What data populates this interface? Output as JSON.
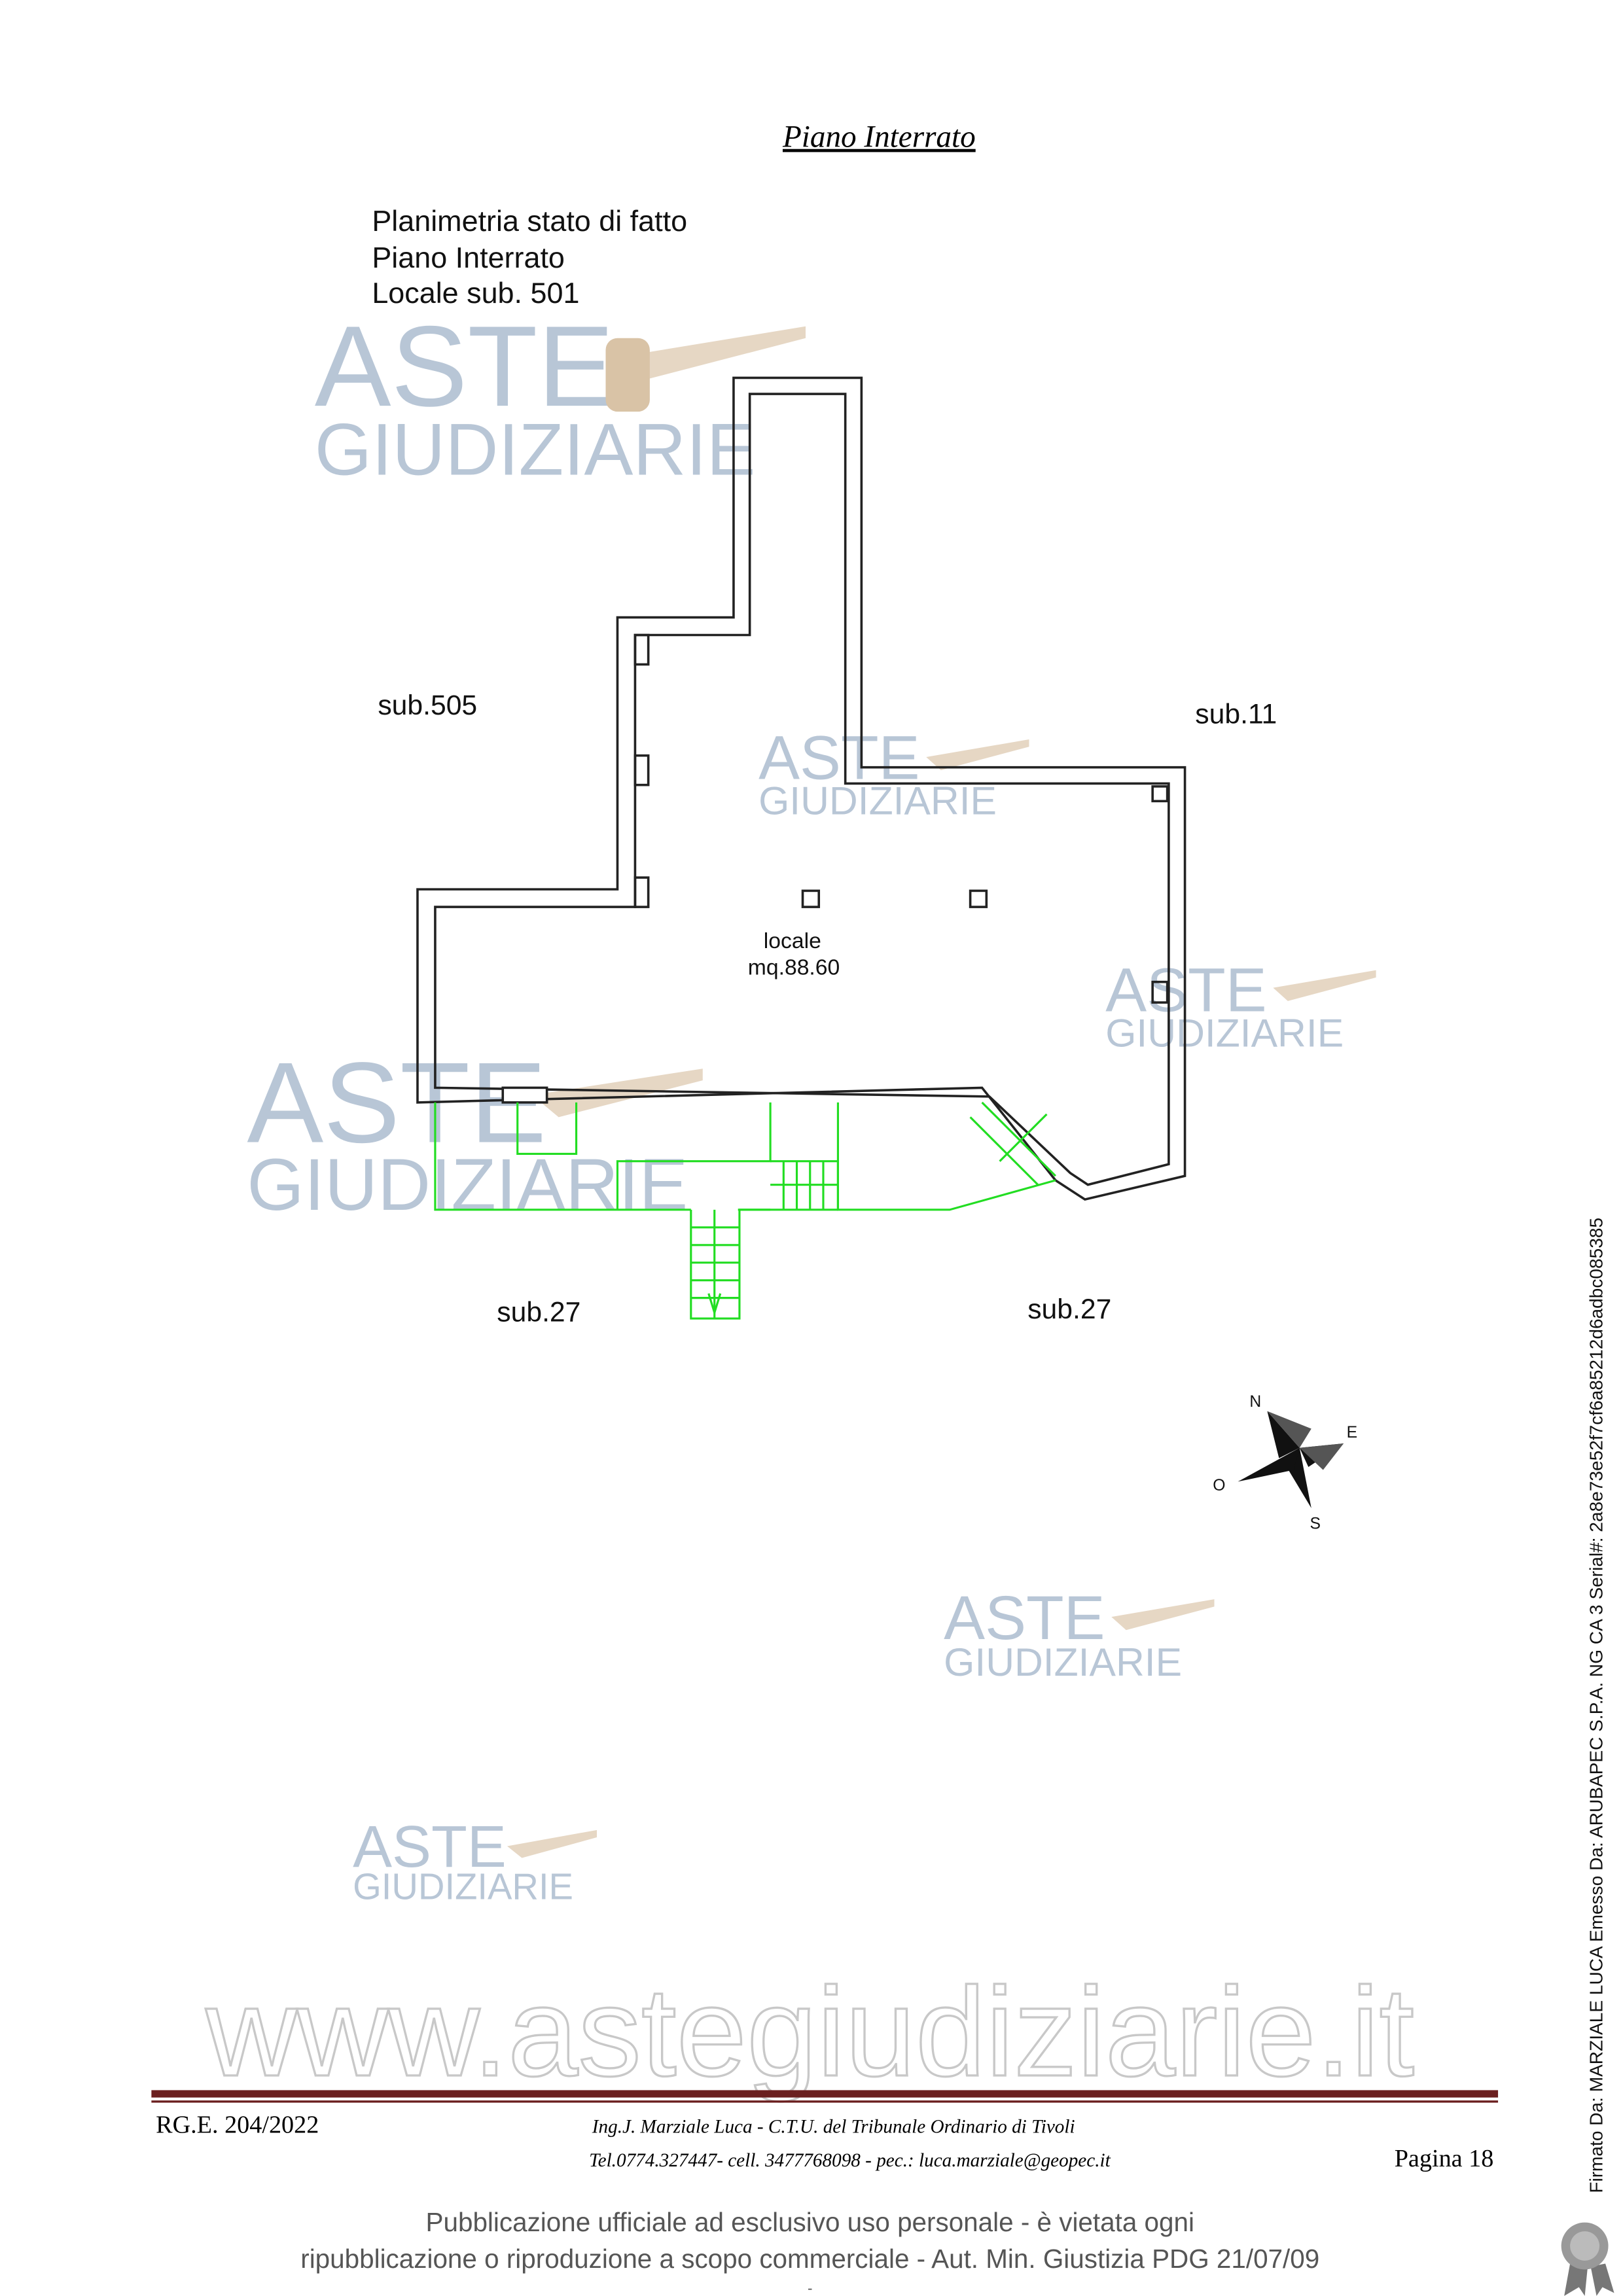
{
  "page_title": "Piano Interrato",
  "plan": {
    "heading_lines": [
      "Planimetria stato di fatto",
      "Piano Interrato",
      "Locale sub. 501"
    ],
    "room_name": "locale",
    "room_area": "mq.88.60",
    "neighbors": {
      "left": "sub.505",
      "right": "sub.11",
      "bottom_left": "sub.27",
      "bottom_right": "sub.27"
    },
    "compass": {
      "n": "N",
      "e": "E",
      "w": "O",
      "s": "S"
    }
  },
  "watermark": {
    "line1": "ASTE",
    "line2": "GIUDIZIARIE",
    "url": "www.astegiudiziarie.it"
  },
  "footer": {
    "case_number": "RG.E. 204/2022",
    "author_line": "Ing.J. Marziale Luca - C.T.U. del Tribunale Ordinario di Tivoli",
    "contact_line": "Tel.0774.327447- cell. 3477768098 - pec.: luca.marziale@geopec.it",
    "page_label": "Pagina 18",
    "disclaimer_line1": "Pubblicazione ufficiale ad esclusivo uso personale - è vietata ogni",
    "disclaimer_line2": "ripubblicazione o riproduzione a scopo commerciale - Aut. Min. Giustizia PDG 21/07/09",
    "dash": "-"
  },
  "signature": "Firmato Da: MARZIALE LUCA Emesso Da: ARUBAPEC S.P.A. NG CA 3 Serial#: 2a8e73e52f7cf6a85212d6adbc085385",
  "colors": {
    "footer_rule": "#6b1f1f",
    "green": "#22dd22",
    "watermark": "#b8c6d6"
  }
}
